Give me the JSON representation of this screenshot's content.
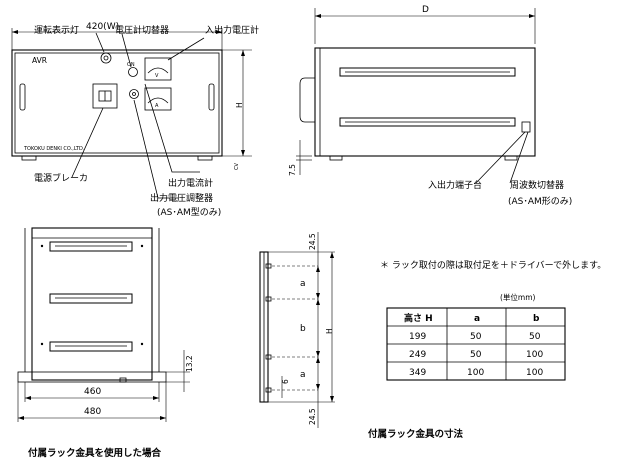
{
  "front_view": {
    "width_dim": "420(W)",
    "height_dim": "H",
    "panel_label": "AVR",
    "maker": "TOKOKU DENKI CO.,LTD.",
    "foot_dim": "7.5",
    "right_note": "CV",
    "callouts": {
      "run_lamp": "運転表示灯",
      "volt_selector": "電圧計切替器",
      "io_voltmeter": "入出力電圧計",
      "breaker": "電源ブレーカ",
      "out_ammeter": "出力電流計",
      "out_volt_adj": "出力電圧調整器",
      "out_volt_adj_note": "(AS･AM型のみ)"
    },
    "meter_v": "V",
    "meter_a": "A",
    "switch_on": "ON"
  },
  "side_view": {
    "depth_dim": "D",
    "callouts": {
      "io_terminal": "入出力端子台",
      "freq_selector": "周波数切替器",
      "freq_selector_note": "(AS･AM形のみ)"
    }
  },
  "rack_front": {
    "dim_inner": "460",
    "dim_outer": "480",
    "dim_side": "13.2",
    "caption": "付属ラック金具を使用した場合"
  },
  "bracket": {
    "dim_top": "24.5",
    "dim_bottom": "24.5",
    "dim_a": "a",
    "dim_b": "b",
    "dim_a2": "a",
    "dim_H": "H",
    "dim_hole": "6",
    "caption": "付属ラック金具の寸法"
  },
  "note": "＊ ラック取付の際は取付足を＋ドライバーで外します。",
  "table": {
    "unit": "(単位mm)",
    "headers": [
      "高さ H",
      "a",
      "b"
    ],
    "rows": [
      [
        "199",
        "50",
        "50"
      ],
      [
        "249",
        "50",
        "100"
      ],
      [
        "349",
        "100",
        "100"
      ]
    ]
  }
}
